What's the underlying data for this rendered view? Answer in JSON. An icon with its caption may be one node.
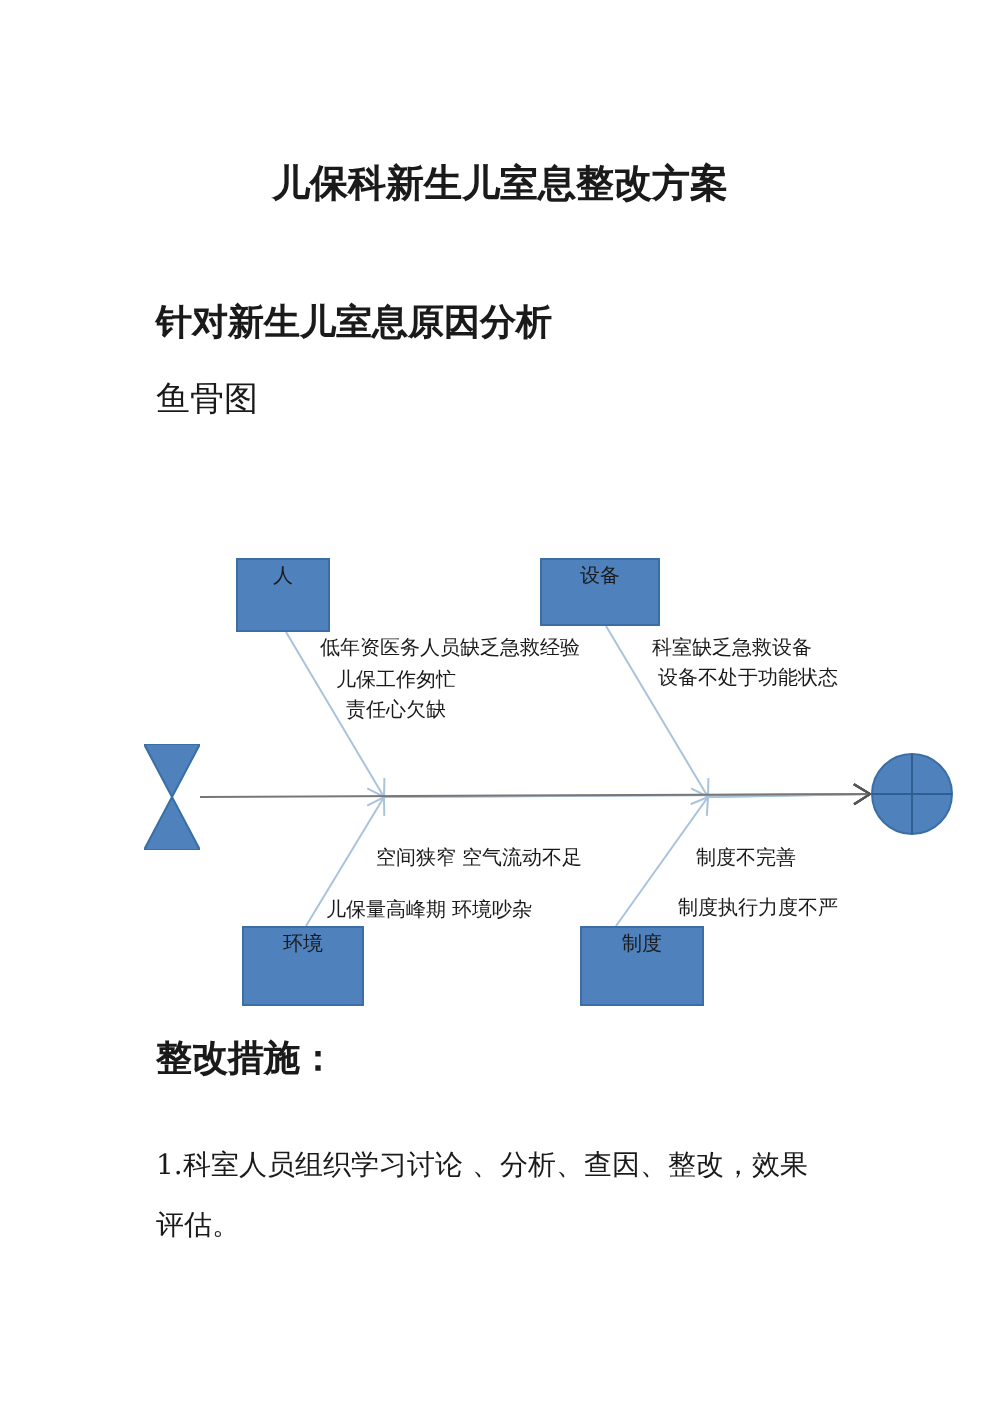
{
  "diagram": {
    "title": "儿保科新生儿室息整改方案",
    "nodes": [
      {
        "text": [],
        "shape": "hourglass"
      },
      {
        "text": [],
        "shape": "circle"
      },
      {
        "text": [
          "人"
        ],
        "beside": [
          "低年资医务人员缺乏急救经验",
          "儿保工作匆忙",
          "责任心欠缺"
        ]
      },
      {
        "text": [
          "设备"
        ],
        "beside": [
          "科室缺乏急救设备",
          "设备不处于功能状态"
        ]
      },
      {
        "text": [
          "环境"
        ],
        "beside": [
          "空间狭窄 空气流动不足",
          "儿保量高峰期 环境吵杂"
        ]
      },
      {
        "text": [
          "制度"
        ],
        "beside": [
          "制度不完善",
          "制度执行力度不严"
        ]
      }
    ],
    "edges": [
      {
        "from": 0,
        "to": 1,
        "arrow": "to",
        "color": "#777777"
      },
      {
        "from": 2,
        "to": 1,
        "arrow": "to"
      },
      {
        "from": 3,
        "to": 1,
        "arrow": "to"
      },
      {
        "from": 4,
        "to": 1,
        "arrow": "to"
      },
      {
        "from": 5,
        "to": 1,
        "arrow": "to"
      }
    ],
    "labels": [
      "针对新生儿室息原因分析",
      "鱼骨图",
      "整改措施：",
      "1.科室人员组织学习讨论 、分析、查因、整改，效果评估。"
    ]
  }
}
